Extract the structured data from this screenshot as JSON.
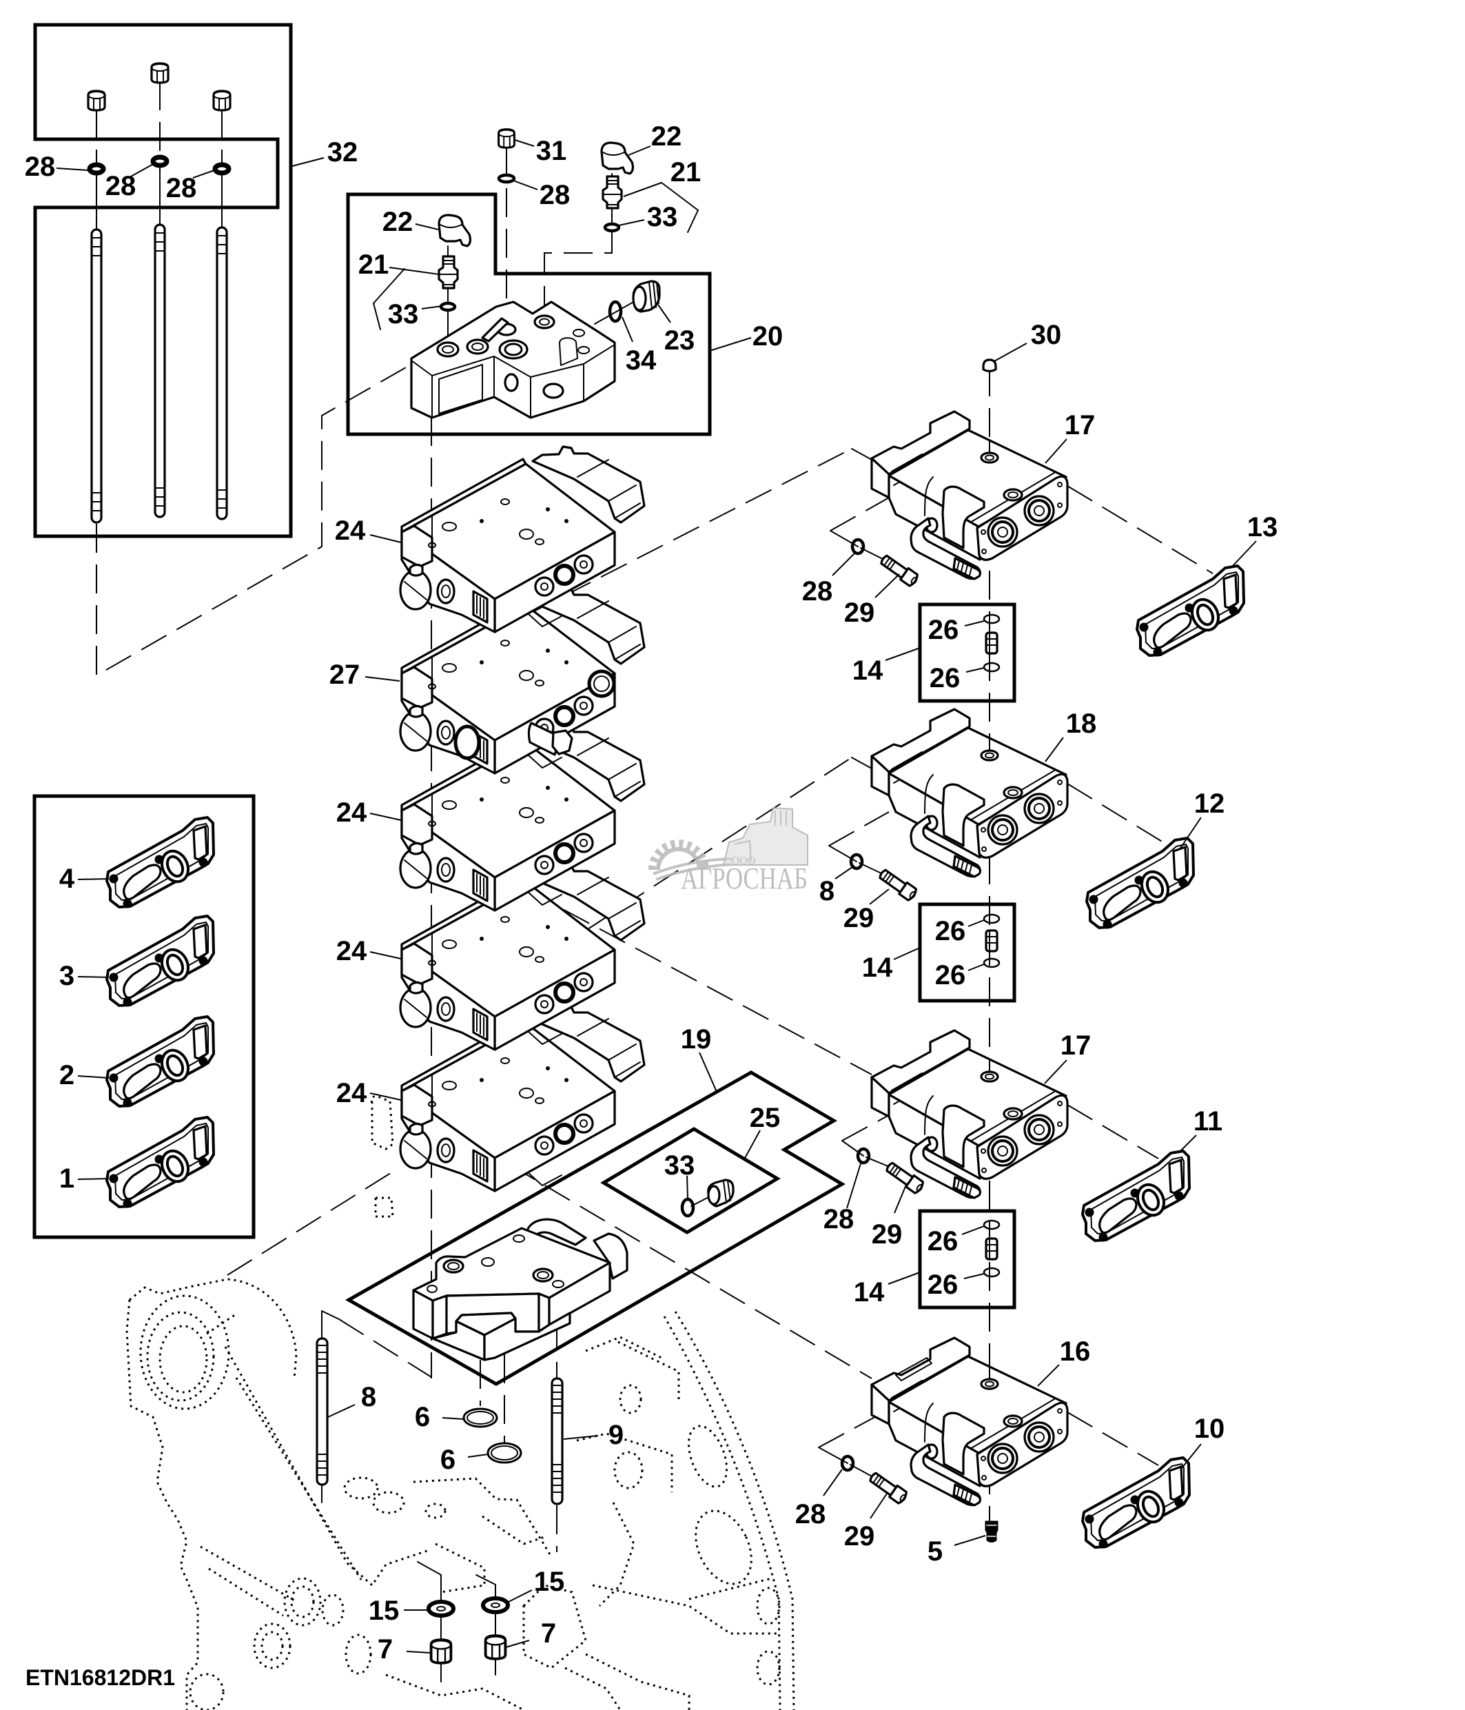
{
  "diagram": {
    "reference_id": "ETN16812DR1",
    "watermark": {
      "prefix": "ООО",
      "name": "АГРОСНАБ"
    },
    "tie_rod_kit": {
      "kit": "32",
      "washers": [
        "28",
        "28",
        "28"
      ]
    },
    "top_fittings": {
      "nut": "31",
      "washer": "28",
      "cap": "22",
      "fitting": "21",
      "o_ring": "33"
    },
    "inlet_section": {
      "kit": "20",
      "cap": "22",
      "fitting": "21",
      "o_ring": "33",
      "plug_o_ring": "34",
      "plug": "23"
    },
    "stack_sections": [
      "24",
      "27",
      "24",
      "24",
      "24"
    ],
    "cover_kit": {
      "covers": [
        "4",
        "3",
        "2",
        "1"
      ]
    },
    "end_cover_kit": {
      "kit": "19",
      "plug_kit": "25",
      "o_ring": "33"
    },
    "remote_valves": [
      {
        "valve": "17",
        "plug": "30",
        "cover": "13",
        "washer": "28",
        "bolt": "29",
        "check_kit": {
          "kit": "14",
          "o_rings": [
            "26",
            "26"
          ]
        }
      },
      {
        "valve": "18",
        "cover": "12",
        "washer": "8",
        "bolt": "29",
        "check_kit": {
          "kit": "14",
          "o_rings": [
            "26",
            "26"
          ]
        }
      },
      {
        "valve": "17",
        "cover": "11",
        "washer": "28",
        "bolt": "29",
        "check_kit": {
          "kit": "14",
          "o_rings": [
            "26",
            "26"
          ]
        }
      },
      {
        "valve": "16",
        "cover": "10",
        "washer": "28",
        "bolt": "29",
        "plug": "5"
      }
    ],
    "mounting": {
      "stud_left": "8",
      "stud_right": "9",
      "o_rings": [
        "6",
        "6"
      ],
      "washers": [
        "15",
        "15"
      ],
      "nuts": [
        "7",
        "7"
      ]
    }
  }
}
